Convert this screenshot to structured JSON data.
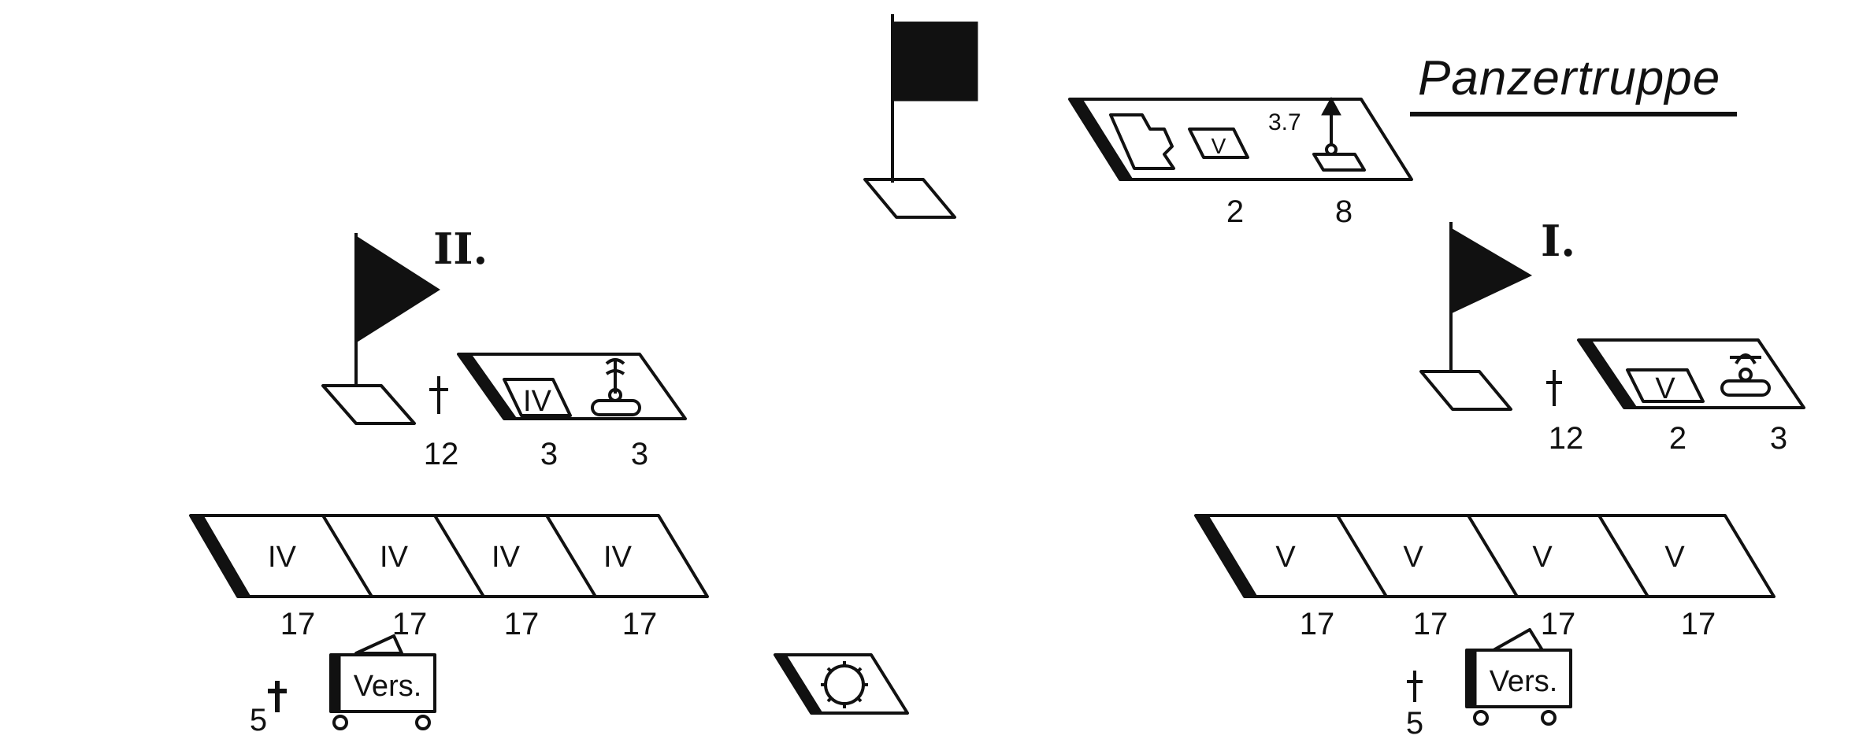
{
  "title": "Panzertruppe",
  "hq": {
    "platoon_box": {
      "tank_class": "V",
      "gun_caliber": "3.7",
      "counts": [
        "2",
        "8"
      ]
    }
  },
  "battalion_2": {
    "roman": "II.",
    "staff": {
      "cross_count": "12",
      "tank_class": "IV",
      "counts": [
        "3",
        "3"
      ]
    },
    "companies": [
      {
        "tank_class": "IV",
        "count": "17"
      },
      {
        "tank_class": "IV",
        "count": "17"
      },
      {
        "tank_class": "IV",
        "count": "17"
      },
      {
        "tank_class": "IV",
        "count": "17"
      }
    ],
    "supply": {
      "label": "Vers.",
      "cross_count": "5"
    }
  },
  "battalion_1": {
    "roman": "I.",
    "staff": {
      "cross_count": "12",
      "tank_class": "V",
      "counts": [
        "2",
        "3"
      ]
    },
    "companies": [
      {
        "tank_class": "V",
        "count": "17"
      },
      {
        "tank_class": "V",
        "count": "17"
      },
      {
        "tank_class": "V",
        "count": "17"
      },
      {
        "tank_class": "V",
        "count": "17"
      }
    ],
    "supply": {
      "label": "Vers.",
      "cross_count": "5"
    }
  }
}
